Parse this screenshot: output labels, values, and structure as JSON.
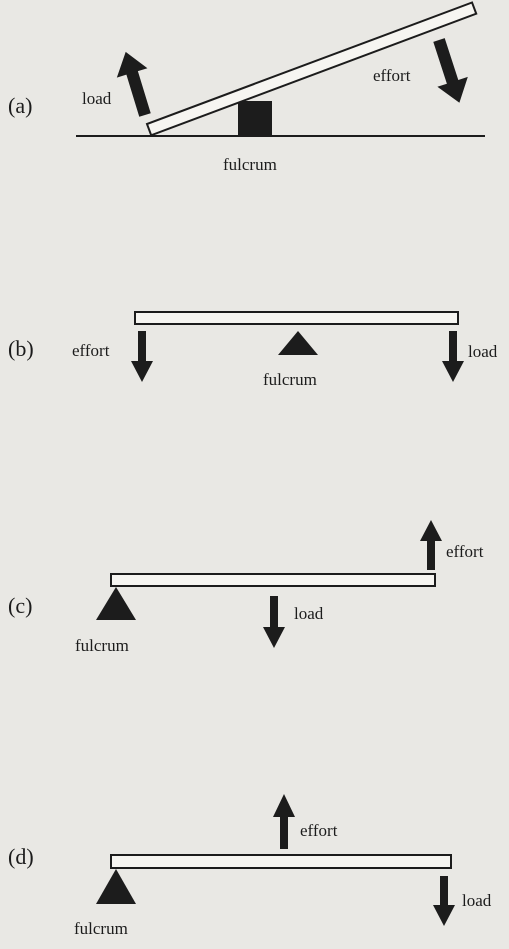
{
  "panels": [
    {
      "id": "a",
      "label": "(a)",
      "fulcrum": "fulcrum",
      "load": "load",
      "effort": "effort"
    },
    {
      "id": "b",
      "label": "(b)",
      "fulcrum": "fulcrum",
      "load": "load",
      "effort": "effort"
    },
    {
      "id": "c",
      "label": "(c)",
      "fulcrum": "fulcrum",
      "load": "load",
      "effort": "effort"
    },
    {
      "id": "d",
      "label": "(d)",
      "fulcrum": "fulcrum",
      "load": "load",
      "effort": "effort"
    }
  ]
}
